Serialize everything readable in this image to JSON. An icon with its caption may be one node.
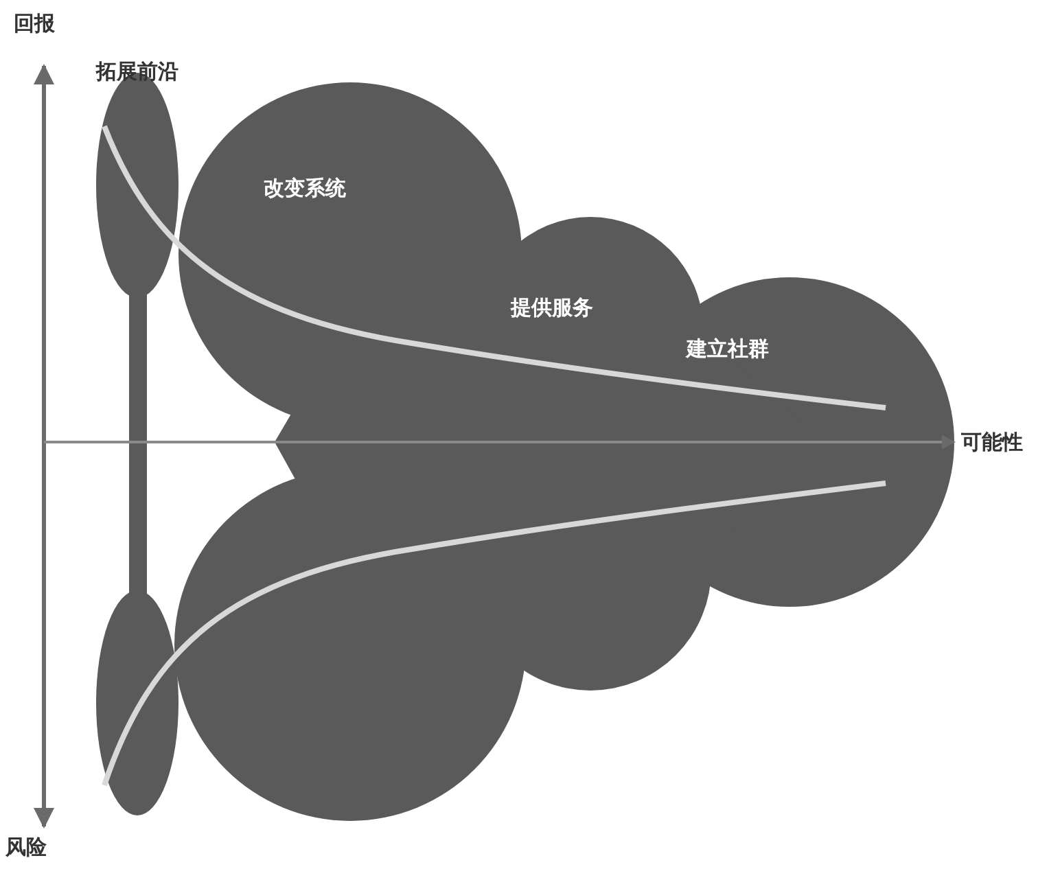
{
  "diagram": {
    "labels": [
      "回报",
      "拓展前沿",
      "改变系统",
      "提供服务",
      "建立社群",
      "可能性",
      "风险"
    ]
  }
}
